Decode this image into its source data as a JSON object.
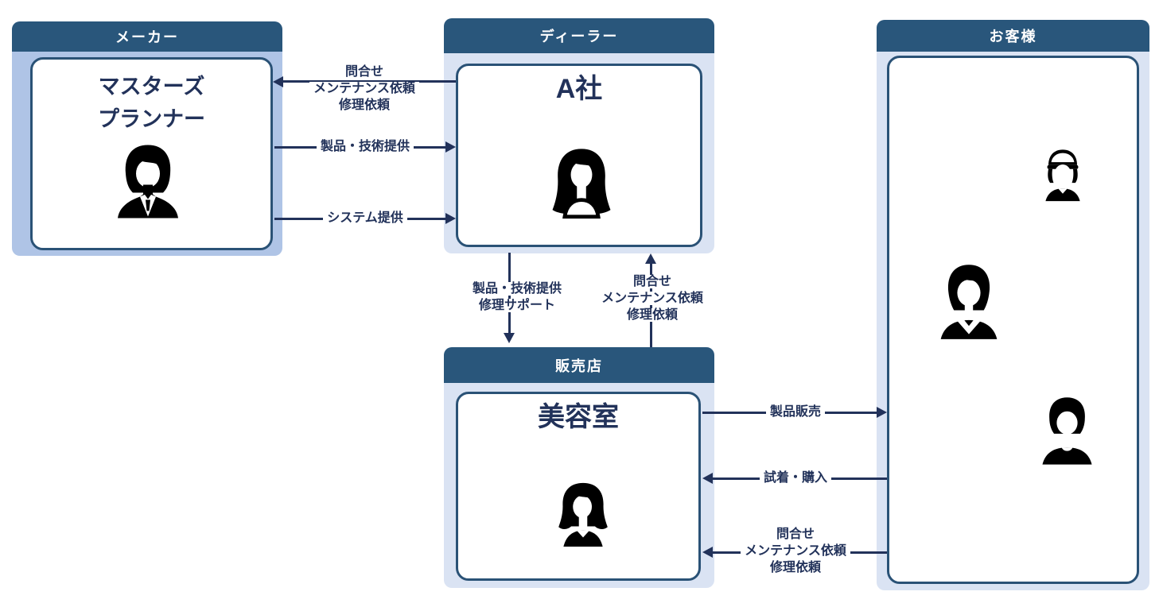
{
  "colors": {
    "header_bg": "#29567B",
    "header_text": "#FFFFFF",
    "manufacturer_body": "#AFC4E6",
    "panel_body": "#DAE3F3",
    "card_border": "#2A5276",
    "ink": "#22325A",
    "icon": "#000000"
  },
  "panels": {
    "manufacturer": {
      "header": "メーカー",
      "title_line1": "マスターズ",
      "title_line2": "プランナー",
      "icon": "suited-man-icon"
    },
    "dealer": {
      "header": "ディーラー",
      "title": "A社",
      "icon": "long-hair-woman-icon"
    },
    "store": {
      "header": "販売店",
      "title": "美容室",
      "icon": "short-hair-woman-icon"
    },
    "customer": {
      "header": "お客様",
      "icons": [
        "cap-person-icon",
        "collared-person-icon",
        "tshirt-person-icon"
      ]
    }
  },
  "arrows": {
    "dealer_to_manufacturer": {
      "direction": "left",
      "line1": "問合せ",
      "line2": "メンテナンス依頼",
      "line3": "修理依頼"
    },
    "manufacturer_to_dealer_products": {
      "direction": "right",
      "label": "製品・技術提供"
    },
    "manufacturer_to_dealer_system": {
      "direction": "right",
      "label": "システム提供"
    },
    "dealer_to_store": {
      "direction": "down",
      "line1": "製品・技術提供",
      "line2": "修理サポート"
    },
    "store_to_dealer": {
      "direction": "up",
      "line1": "問合せ",
      "line2": "メンテナンス依頼",
      "line3": "修理依頼"
    },
    "store_to_customer_sales": {
      "direction": "right",
      "label": "製品販売"
    },
    "customer_to_store_purchase": {
      "direction": "left",
      "label": "試着・購入"
    },
    "customer_to_store_inquiry": {
      "direction": "left",
      "line1": "問合せ",
      "line2": "メンテナンス依頼",
      "line3": "修理依頼"
    }
  }
}
